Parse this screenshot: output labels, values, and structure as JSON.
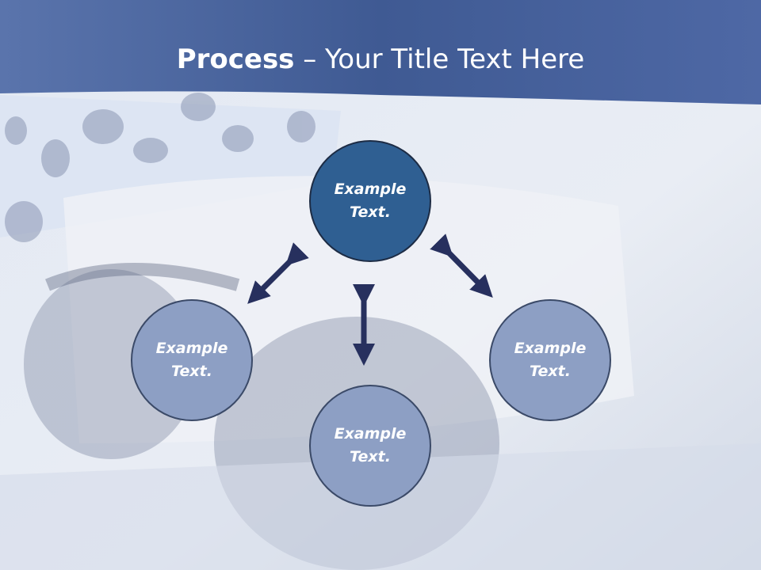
{
  "title": {
    "strong": "Process",
    "rest": " – Your Title Text Here"
  },
  "nodes": {
    "center": "Example\nText.",
    "left": "Example\nText.",
    "right": "Example\nText.",
    "bottom": "Example\nText."
  },
  "colors": {
    "header_band": "#4a63a0",
    "center_fill": "#2f5f92",
    "outer_fill": "#8d9fc4",
    "arrow": "#27305e"
  }
}
